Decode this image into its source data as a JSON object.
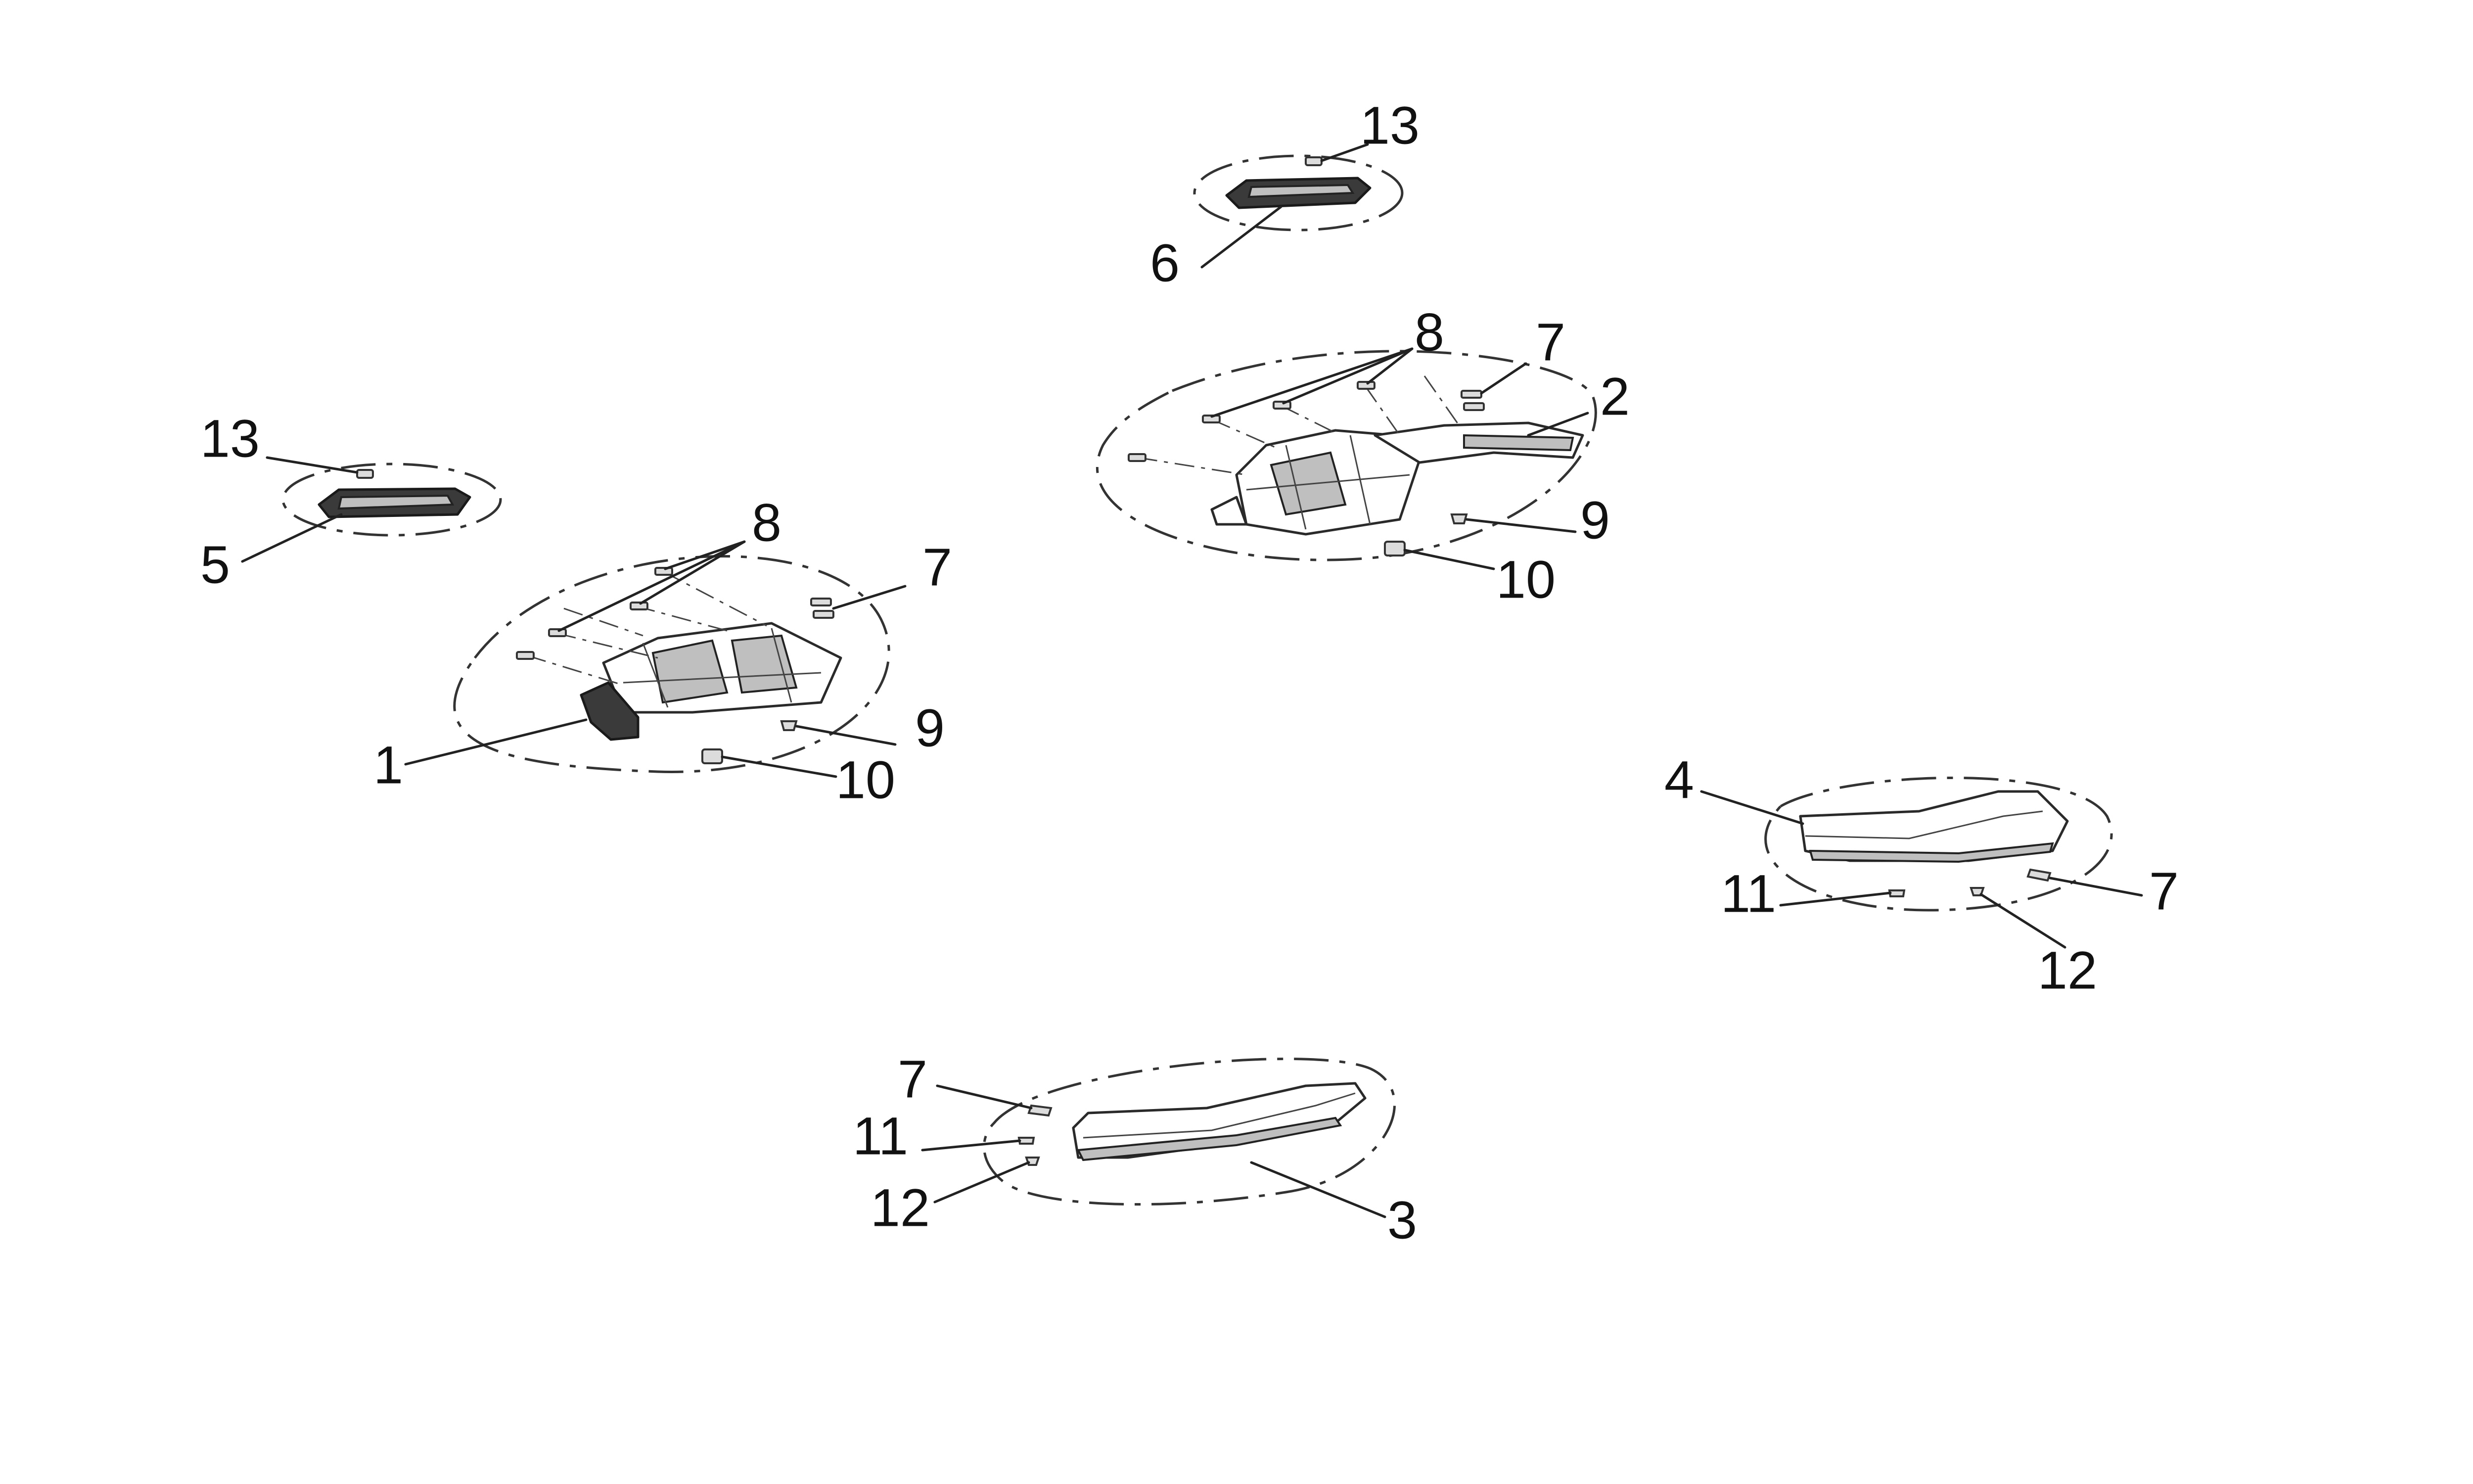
{
  "diagram": {
    "callouts": {
      "c1": "1",
      "c2": "2",
      "c3": "3",
      "c4": "4",
      "c5": "5",
      "c6": "6",
      "c7a": "7",
      "c7b": "7",
      "c7c": "7",
      "c7d": "7",
      "c8a": "8",
      "c8b": "8",
      "c9a": "9",
      "c9b": "9",
      "c10a": "10",
      "c10b": "10",
      "c11a": "11",
      "c11b": "11",
      "c12a": "12",
      "c12b": "12",
      "c13a": "13",
      "c13b": "13"
    }
  }
}
